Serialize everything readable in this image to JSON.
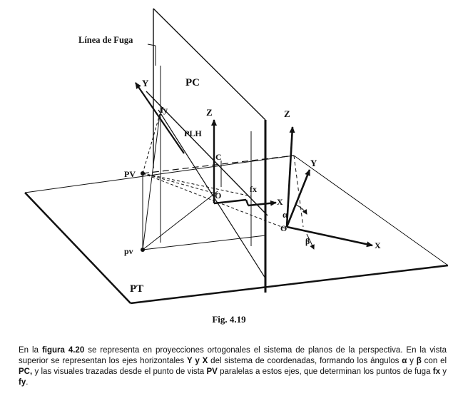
{
  "figure": {
    "labels": {
      "linea_fuga": "Línea de Fuga",
      "pc": "PC",
      "plh": "PLH",
      "pt": "PT",
      "pv_upper": "PV",
      "pv_lower": "pv",
      "fy": "fy",
      "fx": "fx",
      "c": "C",
      "o_center": "O",
      "o_right": "O",
      "x_center": "X",
      "x_right": "X",
      "y_left": "Y",
      "y_right": "Y",
      "z_center": "Z",
      "z_right": "Z",
      "alpha": "α",
      "beta": "β"
    },
    "caption": "Fig. 4.19"
  },
  "description": {
    "p1": "En la ",
    "b1": "figura 4.20",
    "p2": " se representa en proyecciones ortogonales el sistema de planos de la perspectiva. En la vista superior se representan los ejes horizontales ",
    "b2": "Y y X",
    "p3": " del sistema de coordenadas, formando los ángulos ",
    "b3": "α",
    "p4": " y ",
    "b4": "β",
    "p5": " con el ",
    "b5": "PC,",
    "p6": " y las visuales trazadas desde el punto de vista ",
    "b6": "PV",
    "p7": " paralelas a estos ejes, que determinan los puntos de fuga ",
    "b7": "fx",
    "p8": " y ",
    "b8": "fy",
    "p9": "."
  }
}
